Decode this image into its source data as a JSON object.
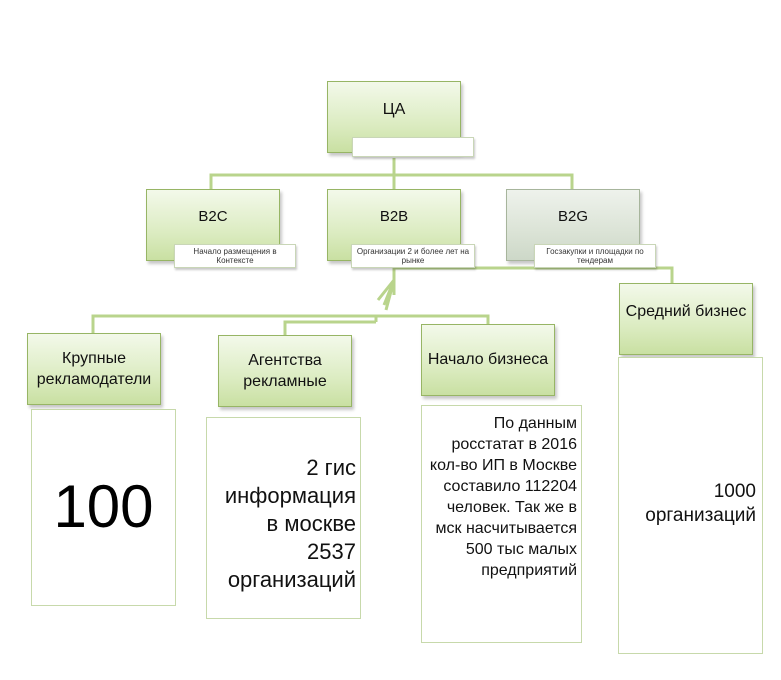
{
  "root": {
    "label": "ЦА",
    "sublabel": ""
  },
  "segments": [
    {
      "label": "B2C",
      "sublabel": "Начало размещения в Контексте"
    },
    {
      "label": "B2B",
      "sublabel": "Организации 2 и более лет на рынке"
    },
    {
      "label": "B2G",
      "sublabel": "Госзакупки и площадки по тендерам"
    }
  ],
  "categories": [
    {
      "label": "Крупные рекламодатели",
      "detail": "100"
    },
    {
      "label": "Агентства рекламные",
      "detail": "2 гис информация в москве 2537 организаций"
    },
    {
      "label": "Начало бизнеса",
      "detail": "По данным росстатат в 2016 кол-во ИП в Москве составило 112204 человек. Так же в мск насчитывается 500 тыс малых предприятий"
    },
    {
      "label": "Средний бизнес",
      "detail": "1000 организаций"
    }
  ],
  "colors": {
    "connector": "#b9d48c",
    "box_border": "#97b565",
    "panel_border": "#c7d9ab"
  }
}
